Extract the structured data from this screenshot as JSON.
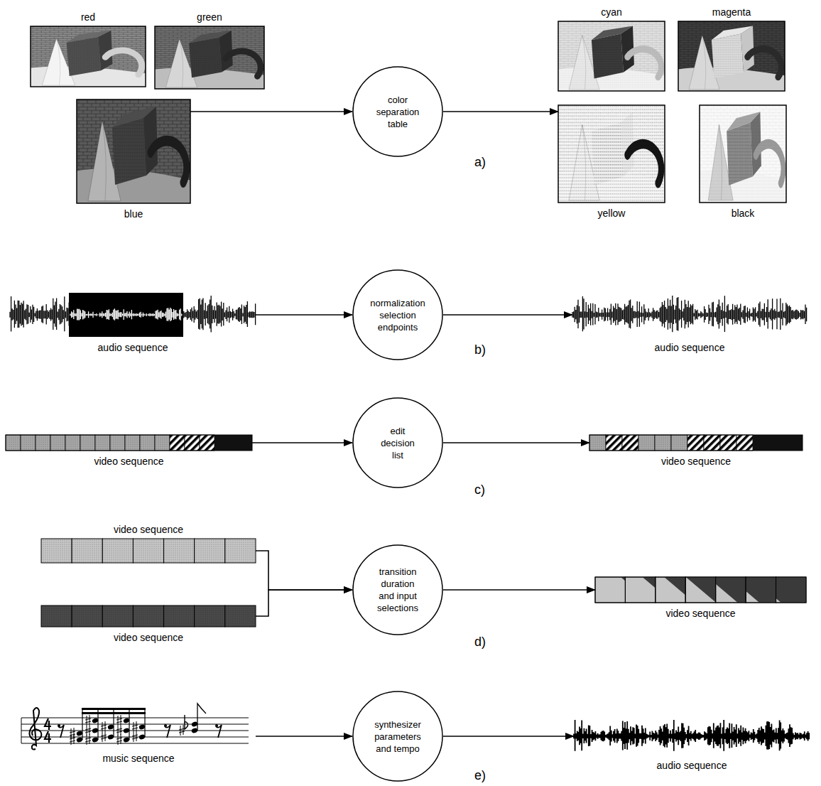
{
  "diagram": {
    "nodes": [
      {
        "text": [
          "red"
        ]
      },
      {
        "text": [
          "green"
        ]
      },
      {
        "text": [
          "blue"
        ]
      },
      {
        "text": [
          "color separation table"
        ]
      },
      {
        "text": [
          "cyan"
        ]
      },
      {
        "text": [
          "magenta"
        ]
      },
      {
        "text": [
          "yellow"
        ]
      },
      {
        "text": [
          "black"
        ]
      },
      {
        "text": [
          "audio sequence"
        ]
      },
      {
        "text": [
          "normalization selection endpoints"
        ]
      },
      {
        "text": [
          "audio sequence"
        ]
      },
      {
        "text": [
          "video sequence"
        ]
      },
      {
        "text": [
          "edit decision list"
        ]
      },
      {
        "text": [
          "video sequence"
        ]
      },
      {
        "text": [
          "video sequence"
        ]
      },
      {
        "text": [
          "video sequence"
        ]
      },
      {
        "text": [
          "transition duration and input selections"
        ]
      },
      {
        "text": [
          "video sequence"
        ]
      },
      {
        "text": [
          "music sequence"
        ]
      },
      {
        "text": [
          "synthesizer parameters and tempo"
        ]
      },
      {
        "text": [
          "audio sequence"
        ]
      }
    ],
    "edges": [
      {
        "from": 2,
        "to": 3,
        "arrow": "to"
      },
      {
        "from": 3,
        "to": 6,
        "arrow": "to"
      },
      {
        "from": 8,
        "to": 9,
        "arrow": "to"
      },
      {
        "from": 9,
        "to": 10,
        "arrow": "to"
      },
      {
        "from": 11,
        "to": 12,
        "arrow": "to"
      },
      {
        "from": 12,
        "to": 13,
        "arrow": "to"
      },
      {
        "from": 14,
        "to": 16,
        "arrow": "to"
      },
      {
        "from": 15,
        "to": 16,
        "arrow": "to"
      },
      {
        "from": 16,
        "to": 17,
        "arrow": "to"
      },
      {
        "from": 18,
        "to": 19,
        "arrow": "to"
      },
      {
        "from": 19,
        "to": 20,
        "arrow": "to"
      }
    ],
    "labels": [
      "a)",
      "b)",
      "c)",
      "d)",
      "e)"
    ]
  }
}
